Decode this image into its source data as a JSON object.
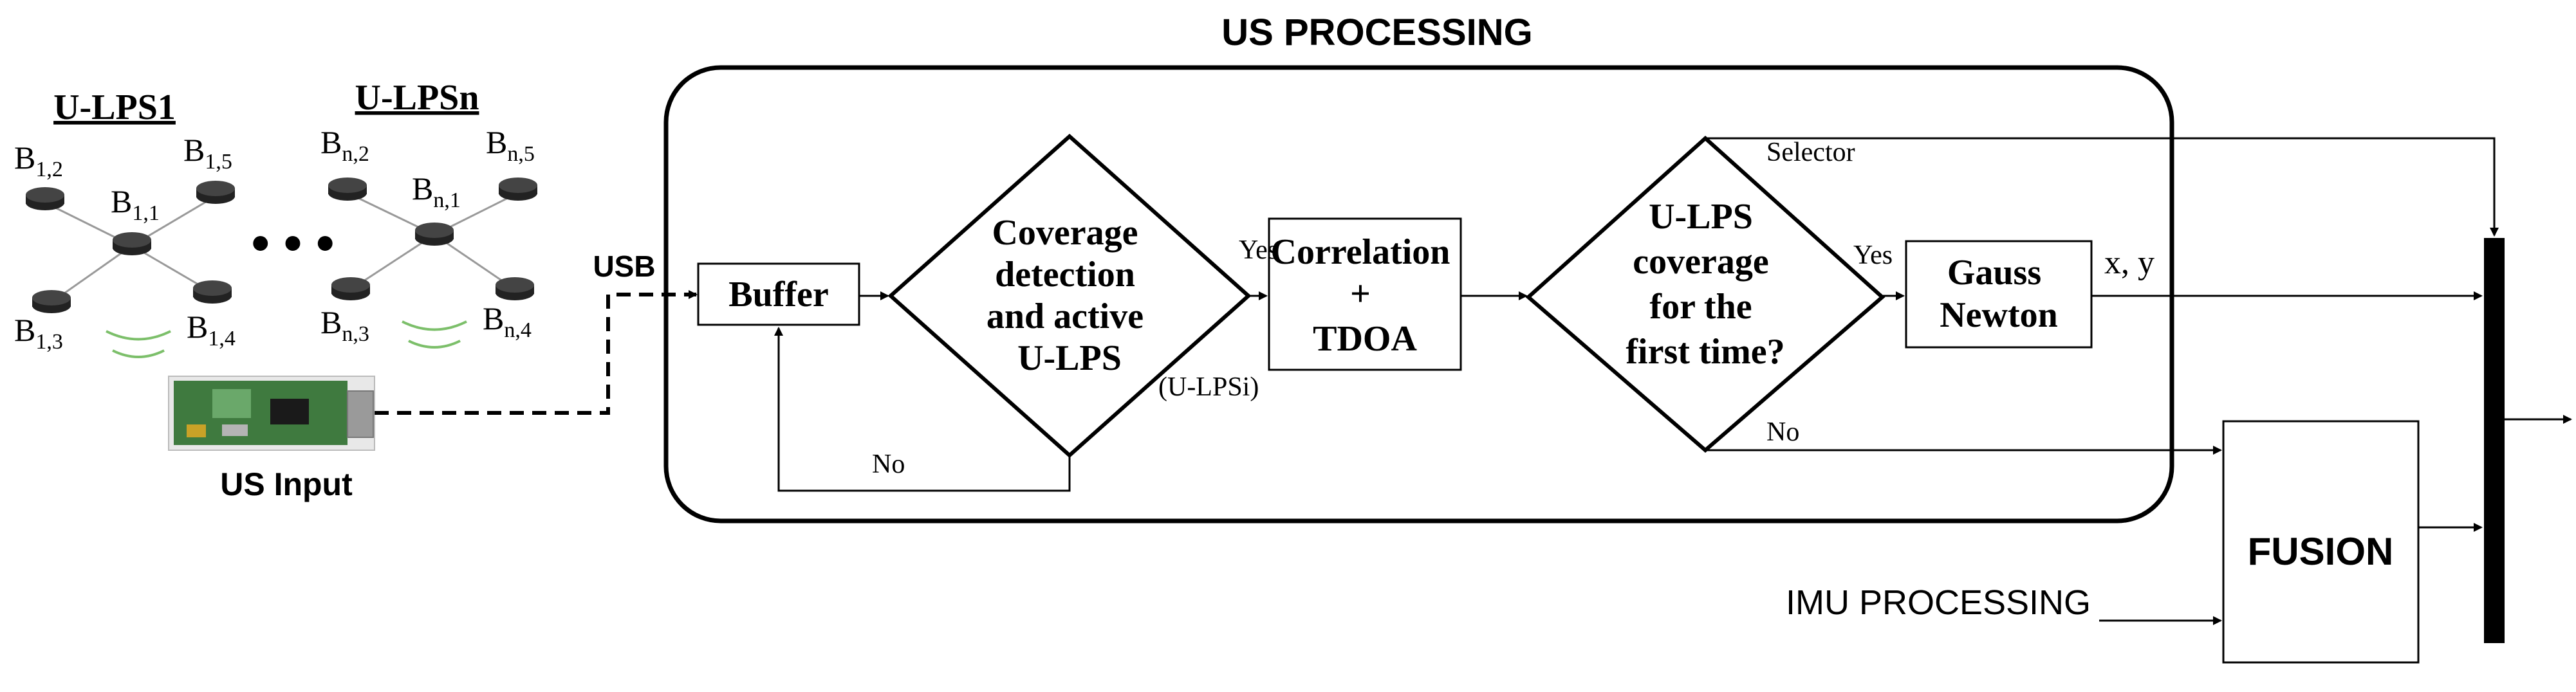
{
  "title": "US PROCESSING",
  "systems": [
    {
      "name": "U-LPS1",
      "beacons": [
        [
          "B",
          "1,2"
        ],
        [
          "B",
          "1,5"
        ],
        [
          "B",
          "1,1"
        ],
        [
          "B",
          "1,3"
        ],
        [
          "B",
          "1,4"
        ]
      ]
    },
    {
      "name": "U-LPSn",
      "beacons": [
        [
          "B",
          "n,2"
        ],
        [
          "B",
          "n,5"
        ],
        [
          "B",
          "n,1"
        ],
        [
          "B",
          "n,3"
        ],
        [
          "B",
          "n,4"
        ]
      ]
    }
  ],
  "ellipsis": "• • •",
  "us_input_label": "US Input",
  "usb_label": "USB",
  "blocks": {
    "buffer": "Buffer",
    "coverage": [
      "Coverage",
      "detection",
      "and active",
      "U-LPS"
    ],
    "correlation": [
      "Correlation",
      "+",
      "TDOA"
    ],
    "first_time": [
      "U-LPS",
      "coverage",
      "for the",
      "first time?"
    ],
    "gauss": [
      "Gauss",
      "Newton"
    ],
    "fusion": "FUSION"
  },
  "edge_labels": {
    "yes1": "Yes",
    "ulpsi": "(U-LPSi)",
    "no1": "No",
    "yes2": "Yes",
    "selector": "Selector",
    "no2": "No",
    "xy": "x, y"
  },
  "imu_label": "IMU PROCESSING"
}
